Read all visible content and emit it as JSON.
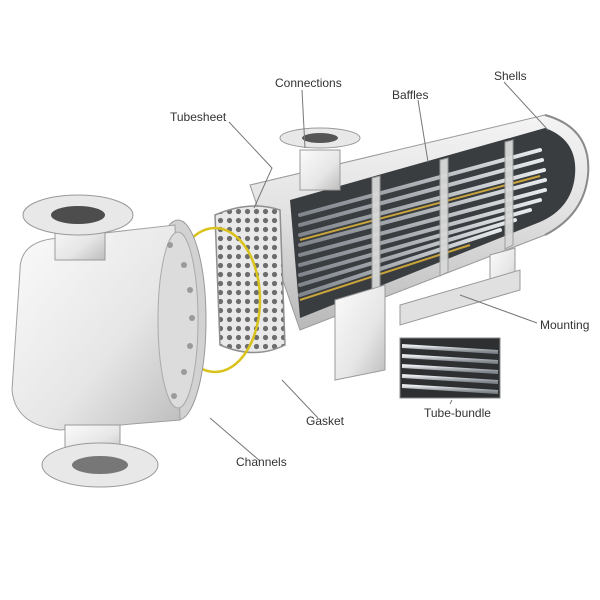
{
  "labels": {
    "connections": "Connections",
    "baffles": "Baffles",
    "shells": "Shells",
    "tubesheet": "Tubesheet",
    "mounting": "Mounting",
    "gasket": "Gasket",
    "tube_bundle": "Tube-bundle",
    "channels": "Channels"
  },
  "colors": {
    "background": "#ffffff",
    "metal_light": "#eeeeee",
    "metal_mid": "#cfcfcf",
    "metal_dark": "#8a8a8a",
    "tube": "#b9bec4",
    "gasket": "#d9c21a",
    "leader_line": "#777777"
  }
}
